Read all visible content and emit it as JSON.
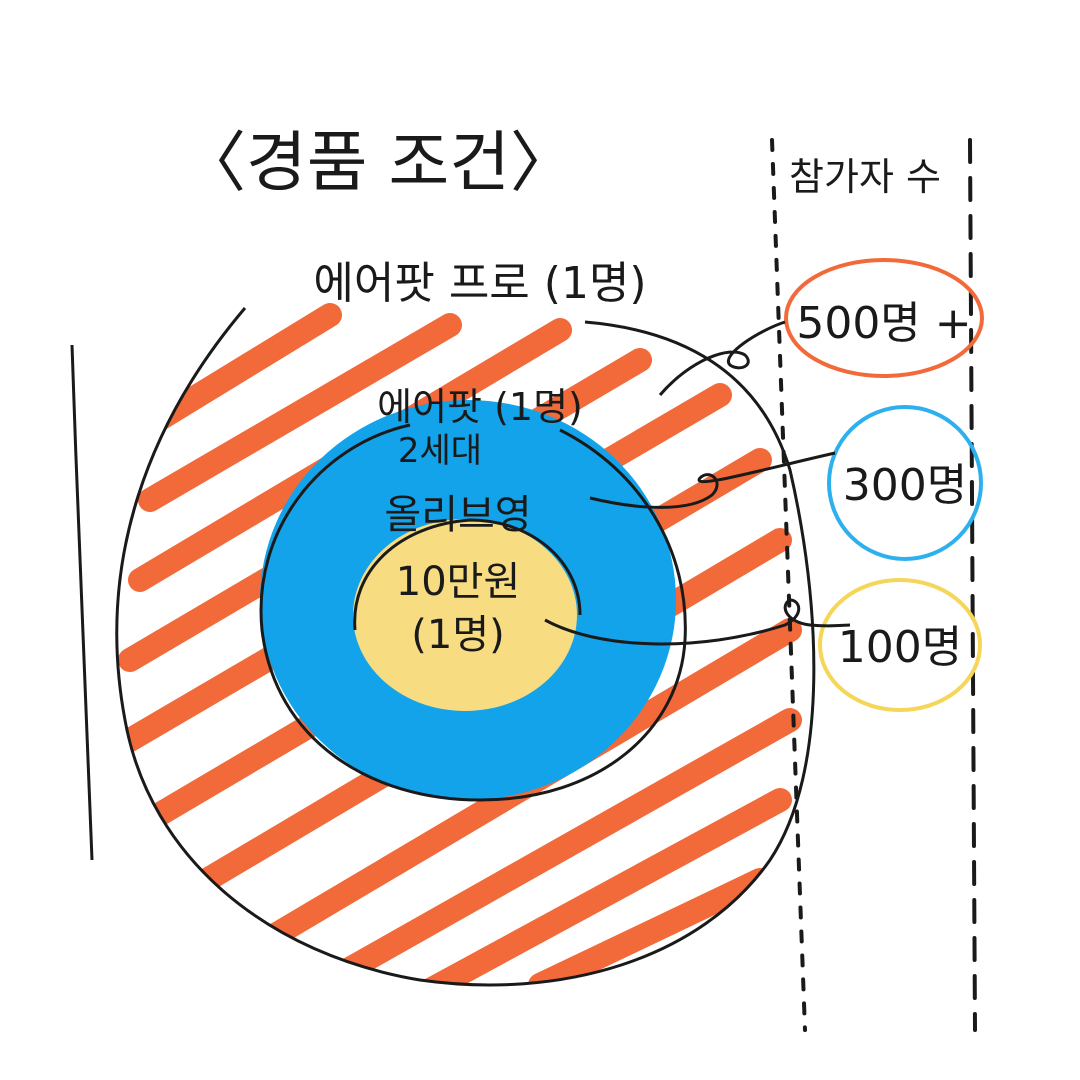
{
  "title": "〈경품 조건〉",
  "participants_header": "참가자 수",
  "prizes": [
    {
      "name": "에어팟 프로",
      "count": "(1명)"
    },
    {
      "name_line1": "에어팟",
      "count": "(1명)",
      "name_line2": "2세대"
    },
    {
      "name": "올리브영",
      "amount": "10만원",
      "count": "(1명)"
    }
  ],
  "thresholds": [
    {
      "label": "500명 +",
      "color": "#f26a3a"
    },
    {
      "label": "300명",
      "color": "#2fb0ee"
    },
    {
      "label": "100명",
      "color": "#f5d659"
    }
  ],
  "colors": {
    "outer_hatch": "#f26a3a",
    "middle_fill": "#12a3ea",
    "inner_fill": "#f7dc82",
    "ink": "#1a1a1a"
  }
}
